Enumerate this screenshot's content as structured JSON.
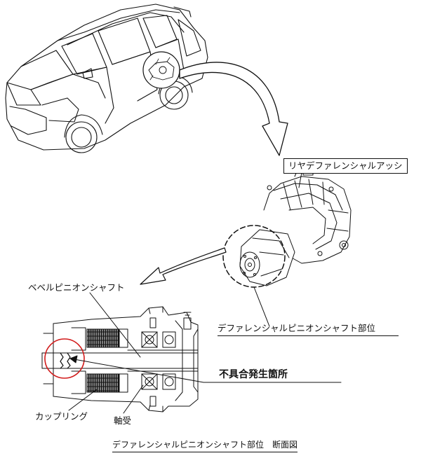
{
  "labels": {
    "rear_diff_assy": "リヤデファレンシャルアッシ",
    "bevel_pinion_shaft": "ベベルピニオンシャフト",
    "pinion_shaft_area": "デファレンシャルピニオンシャフト部位",
    "defect_location": "不具合発生箇所",
    "coupling": "カップリング",
    "bearing": "軸受",
    "caption": "デファレンシャルピニオンシャフト部位　断面図"
  },
  "colors": {
    "line": "#111111",
    "highlight": "#d11a1a",
    "arrow_fill": "#ffffff"
  },
  "icons": {
    "car": "car-illustration",
    "diff_unit": "rear-differential-illustration",
    "cross_section": "pinion-shaft-cross-section"
  }
}
